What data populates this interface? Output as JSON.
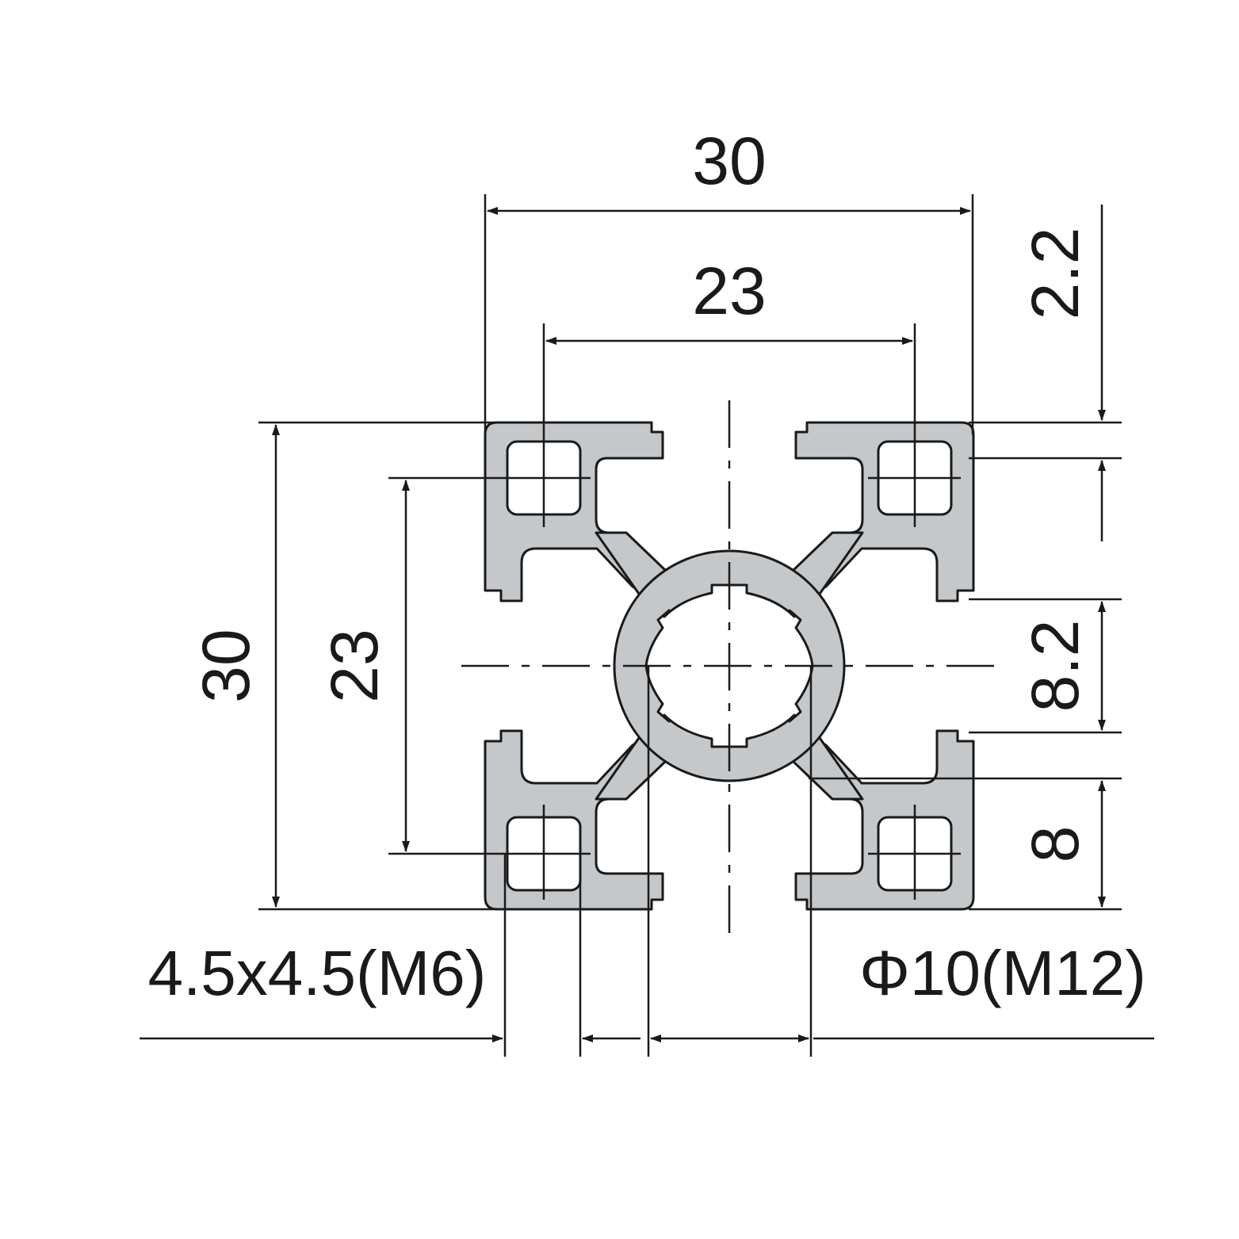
{
  "drawing": {
    "colors": {
      "profile_fill": "#c5c8ca",
      "line": "#1a1a1a",
      "background": "#ffffff"
    },
    "dimensions": {
      "top_width": "30",
      "top_inner": "23",
      "left_height": "30",
      "left_inner": "23",
      "right_top": "2.2",
      "right_mid": "8.2",
      "right_bottom": "8"
    },
    "labels": {
      "corner_hole": "4.5x4.5(M6)",
      "center_hole": "Φ10(M12)"
    }
  }
}
